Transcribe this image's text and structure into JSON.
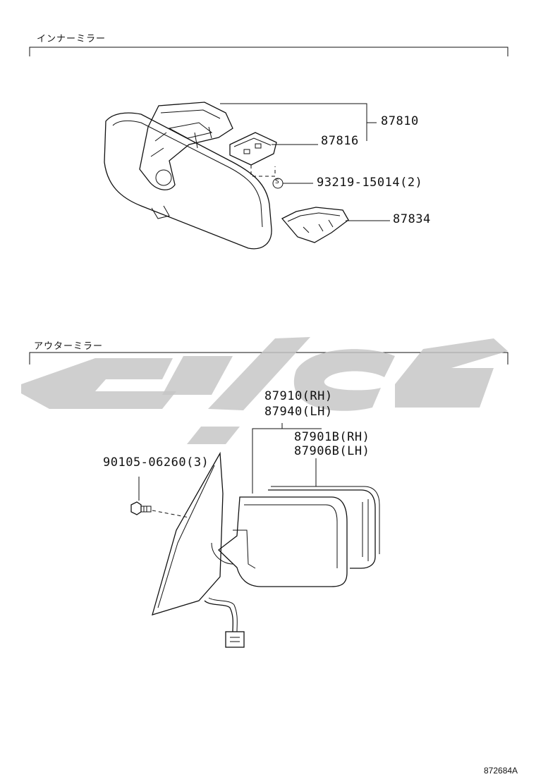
{
  "sections": {
    "inner_mirror": "インナーミラー",
    "outer_mirror": "アウターミラー"
  },
  "inner_parts": {
    "p87810": "87810",
    "p87816": "87816",
    "p93219": "93219-15014(2)",
    "p87834": "87834",
    "s_mark": "S"
  },
  "outer_parts": {
    "p87910": "87910(RH)",
    "p87940": "87940(LH)",
    "p87901": "87901B(RH)",
    "p87906": "87906B(LH)",
    "p90105": "90105-06260(3)"
  },
  "drawing_code": "872684A",
  "colors": {
    "line": "#111111",
    "watermark": "#c4c4c4"
  }
}
